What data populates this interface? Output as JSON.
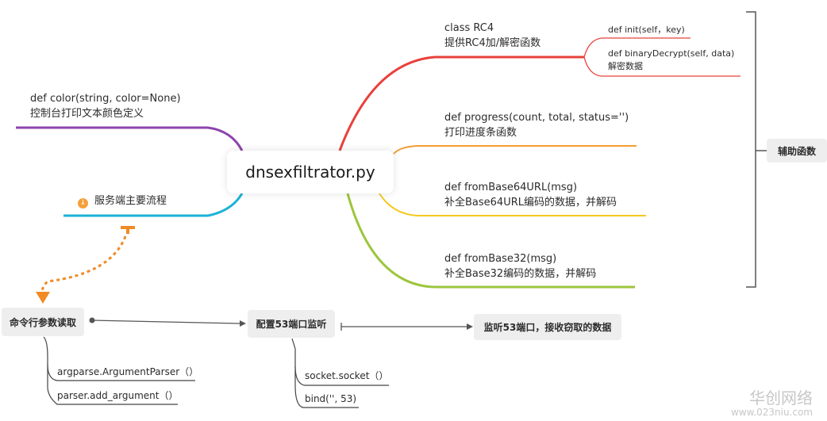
{
  "central": {
    "title": "dnsexfiltrator.py"
  },
  "left": {
    "color_def": {
      "line1": "def color(string, color=None)",
      "line2": "控制台打印文本颜色定义"
    },
    "server_flow": {
      "label": "服务端主要流程"
    }
  },
  "right": {
    "rc4": {
      "line1": "class RC4",
      "line2": "提供RC4加/解密函数",
      "init": "def init(self，key)",
      "decrypt_line1": "def binaryDecrypt(self, data)",
      "decrypt_line2": "解密数据"
    },
    "progress": {
      "line1": "def progress(count, total, status='')",
      "line2": "打印进度条函数"
    },
    "b64": {
      "line1": "def fromBase64URL(msg)",
      "line2": "补全Base64URL编码的数据，并解码"
    },
    "b32": {
      "line1": "def fromBase32(msg)",
      "line2": "补全Base32编码的数据，并解码"
    },
    "helper_label": "辅助函数"
  },
  "flow": {
    "cmd": {
      "label": "命令行参数读取",
      "sub1": "argparse.ArgumentParser（）",
      "sub2": "parser.add_argument（）"
    },
    "config": {
      "label": "配置53端口监听",
      "sub1": "socket.socket（）",
      "sub2": "bind('', 53)"
    },
    "listen": {
      "label": "监听53端口，接收窃取的数据"
    }
  },
  "colors": {
    "purple": "#8e44ad",
    "cyan": "#1bb2d6",
    "red": "#e8413b",
    "orange": "#f39c34",
    "yellow": "#f5c81f",
    "green": "#9cc63c",
    "dashed": "#f08a24"
  },
  "watermark": {
    "line1": "华创网络",
    "line2": "www.023niu.com"
  }
}
